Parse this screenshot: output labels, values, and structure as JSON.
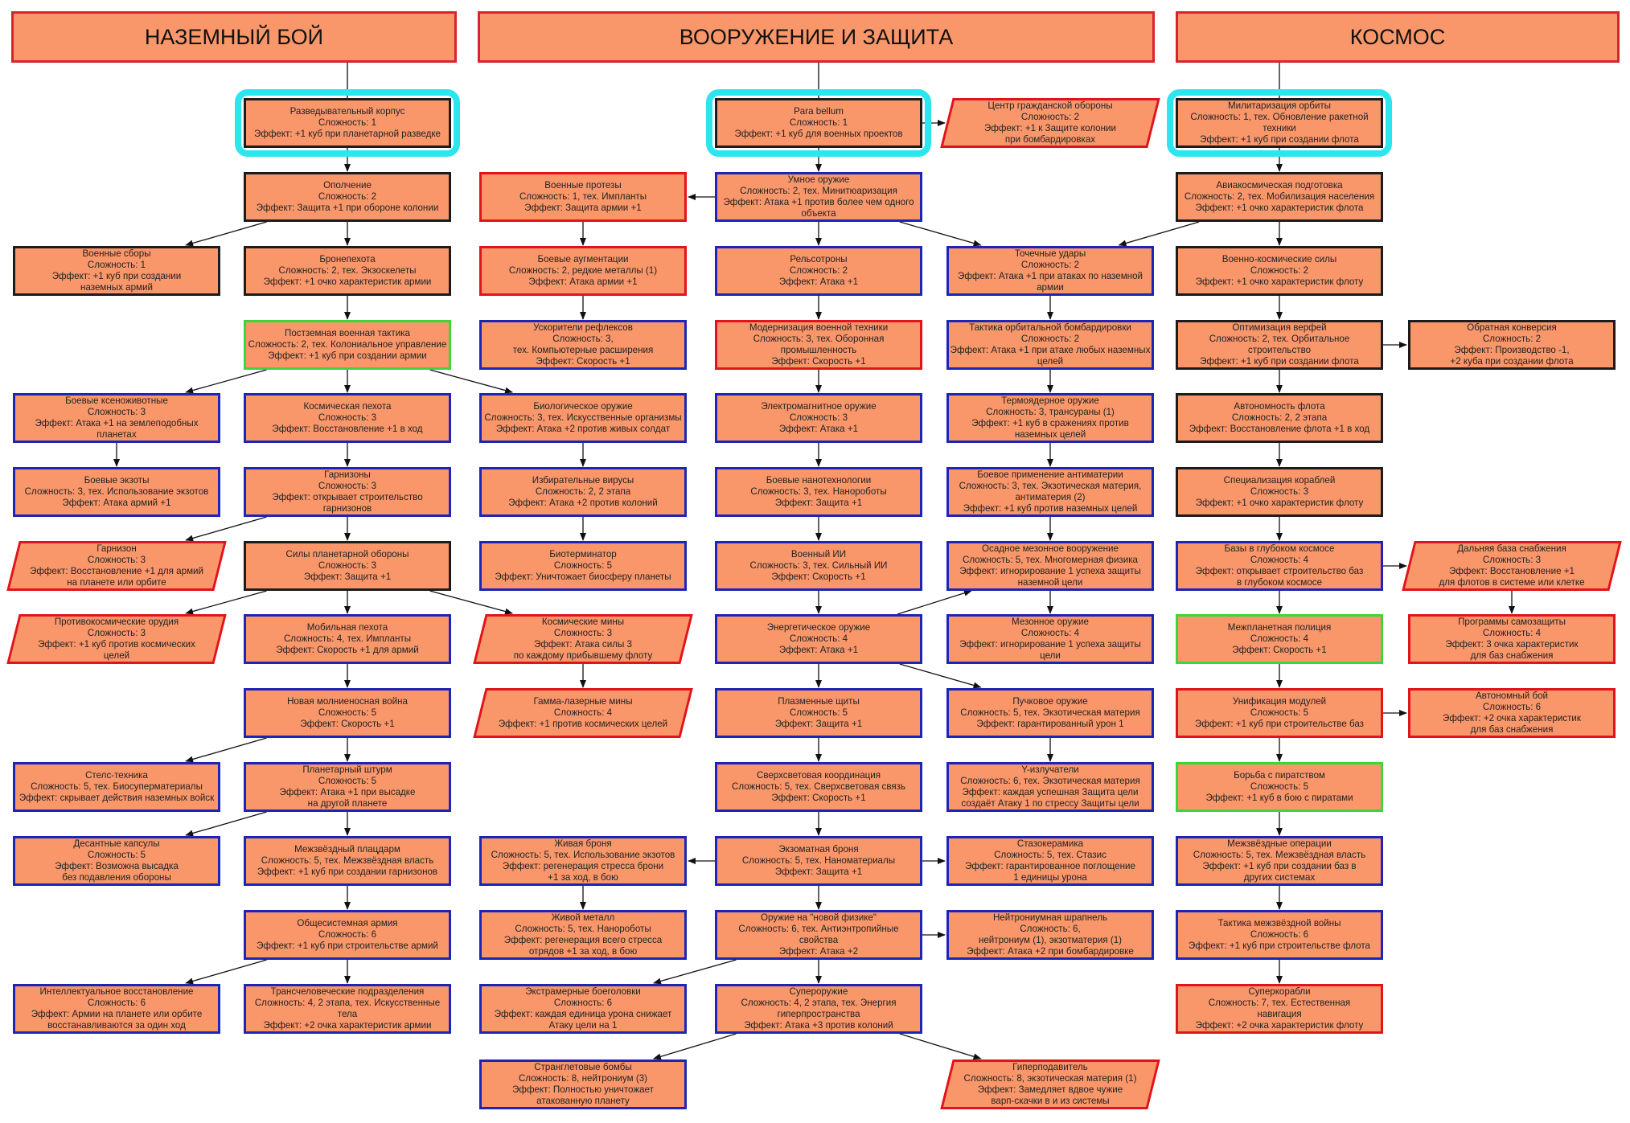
{
  "columns": [
    {
      "id": "ground",
      "title": "НАЗЕМНЫЙ БОЙ"
    },
    {
      "id": "weapons",
      "title": "ВООРУЖЕНИЕ И ЗАЩИТА"
    },
    {
      "id": "space",
      "title": "КОСМОС"
    }
  ],
  "legend_colors": {
    "fill": "#f9976b",
    "border_black": "#1c1c1c",
    "border_red": "#e2141b",
    "border_blue": "#1d24b8",
    "border_green": "#3bd63b",
    "highlight": "#2be6ee",
    "header_border": "#d8242b"
  },
  "nodes": [
    {
      "id": "g1",
      "shape": "rect",
      "border": "black",
      "highlight": true,
      "lines": [
        "Разведывательный корпус",
        "Сложность: 1",
        "Эффект: +1 куб при планетарной разведке"
      ]
    },
    {
      "id": "g2",
      "shape": "rect",
      "border": "black",
      "lines": [
        "Ополчение",
        "Сложность: 2",
        "Эффект: Защита +1 при обороне колонии"
      ]
    },
    {
      "id": "g3",
      "shape": "rect",
      "border": "black",
      "lines": [
        "Военные сборы",
        "Сложность: 1",
        "Эффект: +1 куб при создании",
        "наземных армий"
      ]
    },
    {
      "id": "g4",
      "shape": "rect",
      "border": "black",
      "lines": [
        "Бронепехота",
        "Сложность: 2, тех. Экзоскелеты",
        "Эффект: +1 очко характеристик армии"
      ]
    },
    {
      "id": "g5",
      "shape": "rect",
      "border": "green",
      "lines": [
        "Постземная военная тактика",
        "Сложность: 2, тех. Колониальное управление",
        "Эффект: +1 куб при создании армии"
      ]
    },
    {
      "id": "g6",
      "shape": "rect",
      "border": "blue",
      "lines": [
        "Боевые ксеноживотные",
        "Сложность: 3",
        "Эффект: Атака +1 на землеподобных",
        "планетах"
      ]
    },
    {
      "id": "g7",
      "shape": "rect",
      "border": "blue",
      "lines": [
        "Космическая пехота",
        "Сложность: 3",
        "Эффект: Восстановление +1 в ход"
      ]
    },
    {
      "id": "g8",
      "shape": "rect",
      "border": "blue",
      "lines": [
        "Боевые экзоты",
        "Сложность: 3, тех. Использование экзотов",
        "Эффект: Атака армий +1"
      ]
    },
    {
      "id": "g9",
      "shape": "rect",
      "border": "blue",
      "lines": [
        "Гарнизоны",
        "Сложность: 3",
        "Эффект: открывает строительство",
        "гарнизонов"
      ]
    },
    {
      "id": "g10",
      "shape": "para",
      "border": "red",
      "lines": [
        "Гарнизон",
        "Сложность: 3",
        "Эффект: Восстановление +1 для армий",
        "на планете или орбите"
      ]
    },
    {
      "id": "g11",
      "shape": "rect",
      "border": "black",
      "lines": [
        "Силы планетарной обороны",
        "Сложность: 3",
        "Эффект: Защита +1"
      ]
    },
    {
      "id": "g12",
      "shape": "para",
      "border": "red",
      "lines": [
        "Противокосмические орудия",
        "Сложность: 3",
        "Эффект: +1 куб против космических",
        "целей"
      ]
    },
    {
      "id": "g13",
      "shape": "rect",
      "border": "blue",
      "lines": [
        "Мобильная пехота",
        "Сложность: 4, тех. Импланты",
        "Эффект: Скорость +1 для армий"
      ]
    },
    {
      "id": "g14",
      "shape": "rect",
      "border": "blue",
      "lines": [
        "Новая молниеносная война",
        "Сложность: 5",
        "Эффект: Скорость +1"
      ]
    },
    {
      "id": "g15",
      "shape": "rect",
      "border": "blue",
      "lines": [
        "Стелс-техника",
        "Сложность: 5, тех. Биосуперматериалы",
        "Эффект: скрывает действия наземных войск"
      ]
    },
    {
      "id": "g16",
      "shape": "rect",
      "border": "blue",
      "lines": [
        "Планетарный штурм",
        "Сложность: 5",
        "Эффект: Атака +1 при высадке",
        "на другой планете"
      ]
    },
    {
      "id": "g17",
      "shape": "rect",
      "border": "blue",
      "lines": [
        "Десантные капсулы",
        "Сложность: 5",
        "Эффект: Возможна высадка",
        "без подавления обороны"
      ]
    },
    {
      "id": "g18",
      "shape": "rect",
      "border": "blue",
      "lines": [
        "Межзвёздный плацдарм",
        "Сложность: 5, тех. Межзвёздная власть",
        "Эффект: +1 куб при создании гарнизонов"
      ]
    },
    {
      "id": "g19",
      "shape": "rect",
      "border": "blue",
      "lines": [
        "Общесистемная армия",
        "Сложность: 6",
        "Эффект: +1 куб при строительстве армий"
      ]
    },
    {
      "id": "g20",
      "shape": "rect",
      "border": "blue",
      "lines": [
        "Интеллектуальное восстановление",
        "Сложность: 6",
        "Эффект: Армии на планете или орбите",
        "восстанавливаются за один ход"
      ]
    },
    {
      "id": "g21",
      "shape": "rect",
      "border": "blue",
      "lines": [
        "Трансчеловеческие подразделения",
        "Сложность: 4, 2 этапа, тех. Искусственные",
        "тела",
        "Эффект: +2 очка характеристик армии"
      ]
    },
    {
      "id": "w1",
      "shape": "rect",
      "border": "black",
      "highlight": true,
      "lines": [
        "Para bellum",
        "Сложность: 1",
        "Эффект: +1 куб для военных проектов"
      ]
    },
    {
      "id": "w2",
      "shape": "para",
      "border": "red",
      "lines": [
        "Центр гражданской обороны",
        "Сложность: 2",
        "Эффект: +1 к Защите колонии",
        "при бомбардировках"
      ]
    },
    {
      "id": "w3",
      "shape": "rect",
      "border": "red",
      "lines": [
        "Военные протезы",
        "Сложность: 1, тех. Импланты",
        "Эффект: Защита армии +1"
      ]
    },
    {
      "id": "w4",
      "shape": "rect",
      "border": "blue",
      "lines": [
        "Умное оружие",
        "Сложность: 2, тех. Минитюаризация",
        "Эффект: Атака +1 против более чем одного",
        "объекта"
      ]
    },
    {
      "id": "w5",
      "shape": "rect",
      "border": "red",
      "lines": [
        "Боевые аугментации",
        "Сложность: 2, редкие металлы (1)",
        "Эффект: Атака армии +1"
      ]
    },
    {
      "id": "w6",
      "shape": "rect",
      "border": "blue",
      "lines": [
        "Рельсотроны",
        "Сложность: 2",
        "Эффект: Атака +1"
      ]
    },
    {
      "id": "w7",
      "shape": "rect",
      "border": "blue",
      "lines": [
        "Точечные удары",
        "Сложность: 2",
        "Эффект: Атака +1 при атаках по наземной",
        "армии"
      ]
    },
    {
      "id": "w8",
      "shape": "rect",
      "border": "blue",
      "lines": [
        "Ускорители рефлексов",
        "Сложность: 3,",
        "тех. Компьютерные расширения",
        "Эффект: Скорость +1"
      ]
    },
    {
      "id": "w9",
      "shape": "rect",
      "border": "red",
      "lines": [
        "Модернизация военной техники",
        "Сложность: 3, тех. Оборонная",
        "промышленность",
        "Эффект: Скорость +1"
      ]
    },
    {
      "id": "w10",
      "shape": "rect",
      "border": "blue",
      "lines": [
        "Тактика орбитальной бомбардировки",
        "Сложность: 2",
        "Эффект: Атака +1 при атаке любых наземных",
        "целей"
      ]
    },
    {
      "id": "w11",
      "shape": "rect",
      "border": "blue",
      "lines": [
        "Биологическое оружие",
        "Сложность: 3, тех. Искусственные организмы",
        "Эффект: Атака +2 против живых солдат"
      ]
    },
    {
      "id": "w12",
      "shape": "rect",
      "border": "blue",
      "lines": [
        "Электромагнитное оружие",
        "Сложность: 3",
        "Эффект: Атака +1"
      ]
    },
    {
      "id": "w13",
      "shape": "rect",
      "border": "blue",
      "lines": [
        "Термоядерное оружие",
        "Сложность: 3, трансураны (1)",
        "Эффект: +1 куб в сражениях против",
        "наземных целей"
      ]
    },
    {
      "id": "w14",
      "shape": "rect",
      "border": "blue",
      "lines": [
        "Избирательные вирусы",
        "Сложность: 2, 2 этапа",
        "Эффект: Атака +2 против колоний"
      ]
    },
    {
      "id": "w15",
      "shape": "rect",
      "border": "blue",
      "lines": [
        "Боевые нанотехнологии",
        "Сложность: 3, тех. Нанороботы",
        "Эффект: Защита +1"
      ]
    },
    {
      "id": "w16",
      "shape": "rect",
      "border": "blue",
      "lines": [
        "Боевое применение антиматерии",
        "Сложность: 3, тех. Экзотическая материя,",
        "антиматерия (2)",
        "Эффект: +1 куб против наземных целей"
      ]
    },
    {
      "id": "w17",
      "shape": "rect",
      "border": "blue",
      "lines": [
        "Биотерминатор",
        "Сложность: 5",
        "Эффект: Уничтожает биосферу планеты"
      ]
    },
    {
      "id": "w18",
      "shape": "rect",
      "border": "blue",
      "lines": [
        "Военный ИИ",
        "Сложность: 3, тех. Сильный ИИ",
        "Эффект: Скорость +1"
      ]
    },
    {
      "id": "w19",
      "shape": "rect",
      "border": "blue",
      "lines": [
        "Осадное мезонное вооружение",
        "Сложность: 5, тех. Многомерная физика",
        "Эффект: игнорирование 1 успеха защиты",
        "наземной цели"
      ]
    },
    {
      "id": "w20",
      "shape": "para",
      "border": "red",
      "lines": [
        "Космические мины",
        "Сложность: 3",
        "Эффект: Атака силы 3",
        "по каждому прибывшему флоту"
      ]
    },
    {
      "id": "w21",
      "shape": "rect",
      "border": "blue",
      "lines": [
        "Энергетическое оружие",
        "Сложность: 4",
        "Эффект: Атака +1"
      ]
    },
    {
      "id": "w22",
      "shape": "rect",
      "border": "blue",
      "lines": [
        "Мезонное оружие",
        "Сложность: 4",
        "Эффект: игнорирование 1 успеха защиты",
        "цели"
      ]
    },
    {
      "id": "w23",
      "shape": "para",
      "border": "red",
      "lines": [
        "Гамма-лазерные мины",
        "Сложность: 4",
        "Эффект: +1 против космических целей"
      ]
    },
    {
      "id": "w24",
      "shape": "rect",
      "border": "blue",
      "lines": [
        "Плазменные щиты",
        "Сложность: 5",
        "Эффект: Защита +1"
      ]
    },
    {
      "id": "w25",
      "shape": "rect",
      "border": "blue",
      "lines": [
        "Пучковое оружие",
        "Сложность: 5, тех. Экзотическая материя",
        "Эффект: гарантированный урон 1"
      ]
    },
    {
      "id": "w26",
      "shape": "rect",
      "border": "blue",
      "lines": [
        "Сверхсветовая координация",
        "Сложность: 5, тех. Сверхсветовая связь",
        "Эффект: Скорость +1"
      ]
    },
    {
      "id": "w27",
      "shape": "rect",
      "border": "blue",
      "lines": [
        "Y-излучатели",
        "Сложность: 6, тех. Экзотическая материя",
        "Эффект: каждая успешная Защита цели",
        "создаёт Атаку 1 по стрессу Защиты цели"
      ]
    },
    {
      "id": "w28",
      "shape": "rect",
      "border": "blue",
      "lines": [
        "Живая броня",
        "Сложность: 5, тех. Использование экзотов",
        "Эффект: регенерация стресса брони",
        "+1 за ход, в бою"
      ]
    },
    {
      "id": "w29",
      "shape": "rect",
      "border": "blue",
      "lines": [
        "Экзоматная броня",
        "Сложность: 5, тех. Наноматериалы",
        "Эффект: Защита +1"
      ]
    },
    {
      "id": "w30",
      "shape": "rect",
      "border": "blue",
      "lines": [
        "Стазокерамика",
        "Сложность: 5, тех. Стазис",
        "Эффект: гарантированное поглощение",
        "1 единицы урона"
      ]
    },
    {
      "id": "w31",
      "shape": "rect",
      "border": "blue",
      "lines": [
        "Живой металл",
        "Сложность: 5, тех. Нанороботы",
        "Эффект: регенерация всего стресса",
        "отрядов +1 за ход, в бою"
      ]
    },
    {
      "id": "w32",
      "shape": "rect",
      "border": "blue",
      "lines": [
        "Оружие на \"новой физике\"",
        "Сложность: 6, тех. Антиэнтропийные",
        "свойства",
        "Эффект: Атака +2"
      ]
    },
    {
      "id": "w33",
      "shape": "rect",
      "border": "blue",
      "lines": [
        "Нейтрониумная шрапнель",
        "Сложность: 6,",
        "нейтрониум (1), экзотматерия (1)",
        "Эффект: Атака +2 при бомбардировке"
      ]
    },
    {
      "id": "w34",
      "shape": "rect",
      "border": "blue",
      "lines": [
        "Экстрамерные боеголовки",
        "Сложность: 6",
        "Эффект: каждая единица урона снижает",
        "Атаку цели на 1"
      ]
    },
    {
      "id": "w35",
      "shape": "rect",
      "border": "blue",
      "lines": [
        "Супероружие",
        "Сложность: 4, 2 этапа, тех. Энергия",
        "гиперпространства",
        "Эффект: Атака +3 против колоний"
      ]
    },
    {
      "id": "w36",
      "shape": "rect",
      "border": "blue",
      "lines": [
        "Странглетовые бомбы",
        "Сложность: 8, нейтрониум (3)",
        "Эффект: Полностью уничтожает",
        "атакованную планету"
      ]
    },
    {
      "id": "w37",
      "shape": "para",
      "border": "red",
      "lines": [
        "Гиперподавитель",
        "Сложность: 8, экзотическая материя (1)",
        "Эффект: Замедляет вдвое чужие",
        "варп-скачки в и из системы"
      ]
    },
    {
      "id": "s1",
      "shape": "rect",
      "border": "black",
      "highlight": true,
      "lines": [
        "Милитаризация орбиты",
        "Сложность: 1, тех. Обновление ракетной",
        "техники",
        "Эффект: +1 куб при создании флота"
      ]
    },
    {
      "id": "s2",
      "shape": "rect",
      "border": "black",
      "lines": [
        "Авиакосмическая подготовка",
        "Сложность: 2, тех. Мобилизация населения",
        "Эффект: +1 очко характеристик флота"
      ]
    },
    {
      "id": "s3",
      "shape": "rect",
      "border": "black",
      "lines": [
        "Военно-космические силы",
        "Сложность: 2",
        "Эффект: +1 очко характеристик флоту"
      ]
    },
    {
      "id": "s4",
      "shape": "rect",
      "border": "black",
      "lines": [
        "Оптимизация верфей",
        "Сложность: 2, тех. Орбитальное",
        "строительство",
        "Эффект: +1 куб при создании флота"
      ]
    },
    {
      "id": "s5",
      "shape": "rect",
      "border": "black",
      "lines": [
        "Обратная конверсия",
        "Сложность: 2",
        "Эффект: Производство -1,",
        "+2 куба при создании флота"
      ]
    },
    {
      "id": "s6",
      "shape": "rect",
      "border": "black",
      "lines": [
        "Автономность флота",
        "Сложность: 2, 2 этапа",
        "Эффект: Восстановление флота +1 в ход"
      ]
    },
    {
      "id": "s7",
      "shape": "rect",
      "border": "black",
      "lines": [
        "Специализация кораблей",
        "Сложность: 3",
        "Эффект: +1 очко характеристик флоту"
      ]
    },
    {
      "id": "s8",
      "shape": "rect",
      "border": "blue",
      "lines": [
        "Базы в глубоком космосе",
        "Сложность: 4",
        "Эффект: открывает строительство баз",
        "в глубоком космосе"
      ]
    },
    {
      "id": "s9",
      "shape": "para",
      "border": "red",
      "lines": [
        "Дальняя база снабжения",
        "Сложность: 3",
        "Эффект: Восстановление +1",
        "для флотов в системе или клетке"
      ]
    },
    {
      "id": "s10",
      "shape": "rect",
      "border": "green",
      "lines": [
        "Межпланетная полиция",
        "Сложность: 4",
        "Эффект: Скорость +1"
      ]
    },
    {
      "id": "s11",
      "shape": "rect",
      "border": "red",
      "lines": [
        "Программы самозащиты",
        "Сложность: 4",
        "Эффект: 3 очка характеристик",
        "для баз снабжения"
      ]
    },
    {
      "id": "s12",
      "shape": "rect",
      "border": "red",
      "lines": [
        "Унификация модулей",
        "Сложность: 5",
        "Эффект: +1 куб при строительстве баз"
      ]
    },
    {
      "id": "s13",
      "shape": "rect",
      "border": "red",
      "lines": [
        "Автономный бой",
        "Сложность: 6",
        "Эффект: +2 очка характеристик",
        "для баз снабжения"
      ]
    },
    {
      "id": "s14",
      "shape": "rect",
      "border": "green",
      "lines": [
        "Борьба с пиратством",
        "Сложность: 5",
        "Эффект: +1 куб в бою с пиратами"
      ]
    },
    {
      "id": "s15",
      "shape": "rect",
      "border": "blue",
      "lines": [
        "Межзвёздные операции",
        "Сложность: 5, тех. Межзвёздная власть",
        "Эффект: +1 куб при создании баз в",
        "других системах"
      ]
    },
    {
      "id": "s16",
      "shape": "rect",
      "border": "blue",
      "lines": [
        "Тактика межзвёздной войны",
        "Сложность: 6",
        "Эффект: +1 куб при строительстве флота"
      ]
    },
    {
      "id": "s17",
      "shape": "rect",
      "border": "red",
      "lines": [
        "Суперкорабли",
        "Сложность: 7, тех. Естественная",
        "навигация",
        "Эффект: +2 очка характеристик флоту"
      ]
    }
  ]
}
